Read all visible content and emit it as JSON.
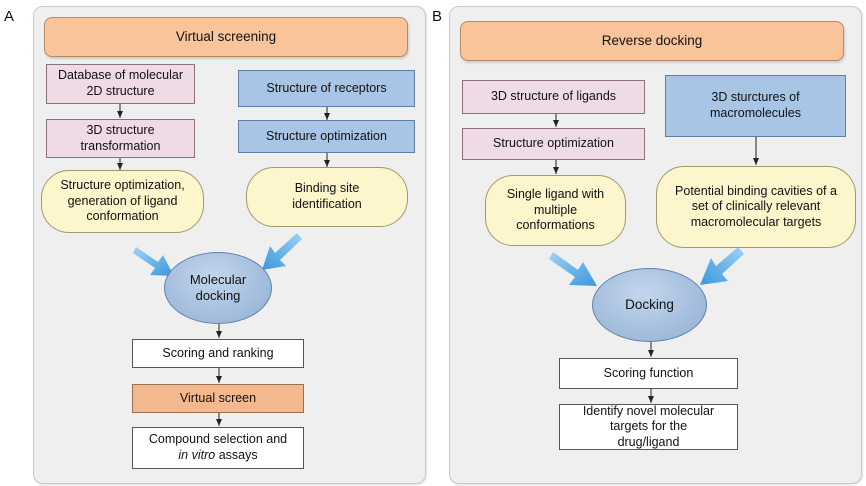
{
  "panel_a": {
    "letter": "A",
    "title": "Virtual screening",
    "database": "Database of molecular 2D structure",
    "transformation": "3D structure transformation",
    "ligand_optimization": "Structure optimization, generation of ligand conformation",
    "receptors": "Structure of receptors",
    "receptor_optimization": "Structure optimization",
    "binding_site": "Binding site identification",
    "docking": "Molecular docking",
    "scoring": "Scoring and ranking",
    "virtual_screen": "Virtual screen",
    "compound_selection": "Compound selection and",
    "in_vitro": "in vitro",
    "assays": " assays"
  },
  "panel_b": {
    "letter": "B",
    "title": "Reverse docking",
    "ligands": "3D structure of ligands",
    "ligand_optimization": "Structure optimization",
    "single_ligand": "Single ligand with multiple conformations",
    "macromolecules": "3D sturctures of macromolecules",
    "cavities": "Potential binding cavities of a set of clinically relevant macromolecular targets",
    "docking": "Docking",
    "scoring": "Scoring function",
    "identify": "Identify novel molecular targets for the drug/ligand"
  },
  "colors": {
    "panel_bg": "#efefef",
    "title_orange": "#f9c49a",
    "pink": "#efdbe5",
    "blue": "#a9c5e6",
    "yellow": "#fdf5cb",
    "arrow_blue": "#4aa3e0"
  }
}
